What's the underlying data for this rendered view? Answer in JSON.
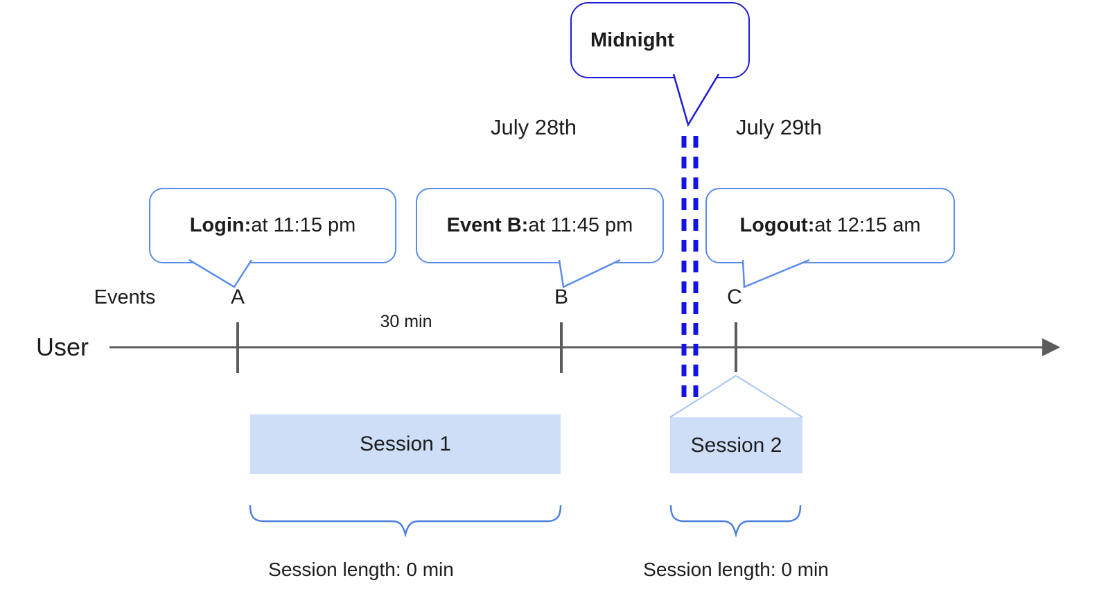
{
  "diagram": {
    "dates": {
      "left": "July 28th",
      "right": "July 29th"
    },
    "midnight_callout": {
      "label": "Midnight"
    },
    "axis": {
      "events_label": "Events",
      "user_label": "User",
      "interval_label": "30 min"
    },
    "events": [
      {
        "id": "A",
        "callout_bold": "Login:",
        "callout_rest": " at 11:15 pm"
      },
      {
        "id": "B",
        "callout_bold": "Event B:",
        "callout_rest": " at 11:45 pm"
      },
      {
        "id": "C",
        "callout_bold": "Logout:",
        "callout_rest": " at 12:15 am"
      }
    ],
    "sessions": [
      {
        "name": "Session 1",
        "length_label": "Session length: 0 min"
      },
      {
        "name": "Session 2",
        "length_label": "Session length: 0 min"
      }
    ],
    "colors": {
      "timeline_gray": "#5c5c5c",
      "callout_blue": "#5b8cec",
      "midnight_blue": "#1d1dd8",
      "dash_blue": "#1313e8",
      "brace_blue": "#4a7fe0",
      "roof_light_blue": "#a6c3f3",
      "session_fill": "#cfdef7"
    }
  }
}
